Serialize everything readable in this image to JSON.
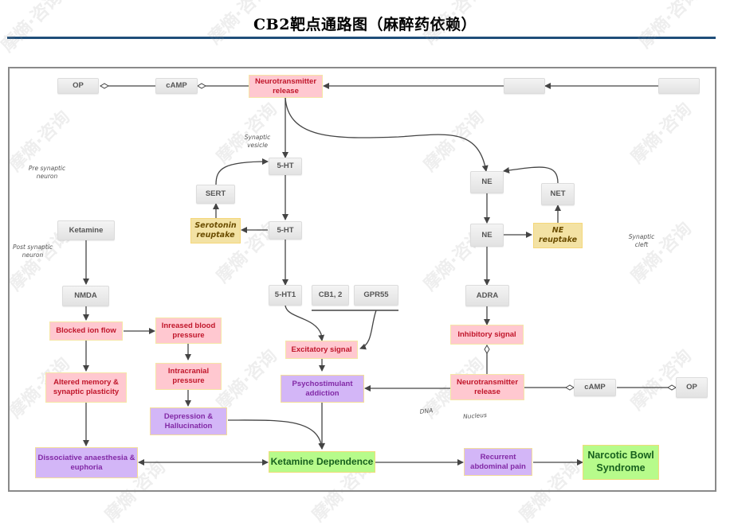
{
  "title": "CB2靶点通路图（麻醉药依赖）",
  "watermark": "摩熵·咨询",
  "regions": {
    "pre_synaptic": "Pre synaptic neuron",
    "post_synaptic": "Post synaptic neuron",
    "synaptic_vesicle": "Synaptic vesicle",
    "synaptic_cleft": "Synaptic cleft",
    "dna": "DNA",
    "nucleus": "Nucleus"
  },
  "nodes": {
    "op_top": "OP",
    "camp_top": "cAMP",
    "nt_release_top": "Neurotransmitter release",
    "blank_top_mid": "",
    "blank_top_right": "",
    "ht5_a": "5-HT",
    "sert": "SERT",
    "serotonin_reuptake": "Serotonin reuptake",
    "ht5_b": "5-HT",
    "ht1": "5-HT1",
    "cb12": "CB1, 2",
    "gpr55": "GPR55",
    "ne_a": "NE",
    "net": "NET",
    "ne_b": "NE",
    "ne_reuptake": "NE reuptake",
    "adra": "ADRA",
    "ketamine": "Ketamine",
    "nmda": "NMDA",
    "blocked_ion_flow": "Blocked ion flow",
    "increased_bp": "Inreased blood pressure",
    "intracranial_pressure": "Intracranial pressure",
    "altered_memory": "Altered memory & synaptic plasticity",
    "excitatory_signal": "Excitatory signal",
    "inhibitory_signal": "Inhibitory signal",
    "psychostimulant_addiction": "Psychostimulant addiction",
    "nt_release_bottom": "Neurotransmitter release",
    "camp_bottom": "cAMP",
    "op_bottom": "OP",
    "depression_hallucination": "Depression & Hallucination",
    "dissociative": "Dissociative anaesthesia & euphoria",
    "ketamine_dependence": "Ketamine Dependence",
    "recurrent_abdominal_pain": "Recurrent abdominal pain",
    "narcotic_bowel": "Narcotic Bowl Syndrome"
  },
  "colors": {
    "title_rule": "#1f4e79",
    "node_gray": "#e8e8e8",
    "node_pink": "#ffc8d0",
    "node_pink_text": "#c0152a",
    "node_yellow": "#f3e2a4",
    "node_purple": "#d3b6f7",
    "node_purple_text": "#8229a6",
    "node_green": "#b7fb8b",
    "node_green_text": "#17601e",
    "edge": "#444444"
  }
}
